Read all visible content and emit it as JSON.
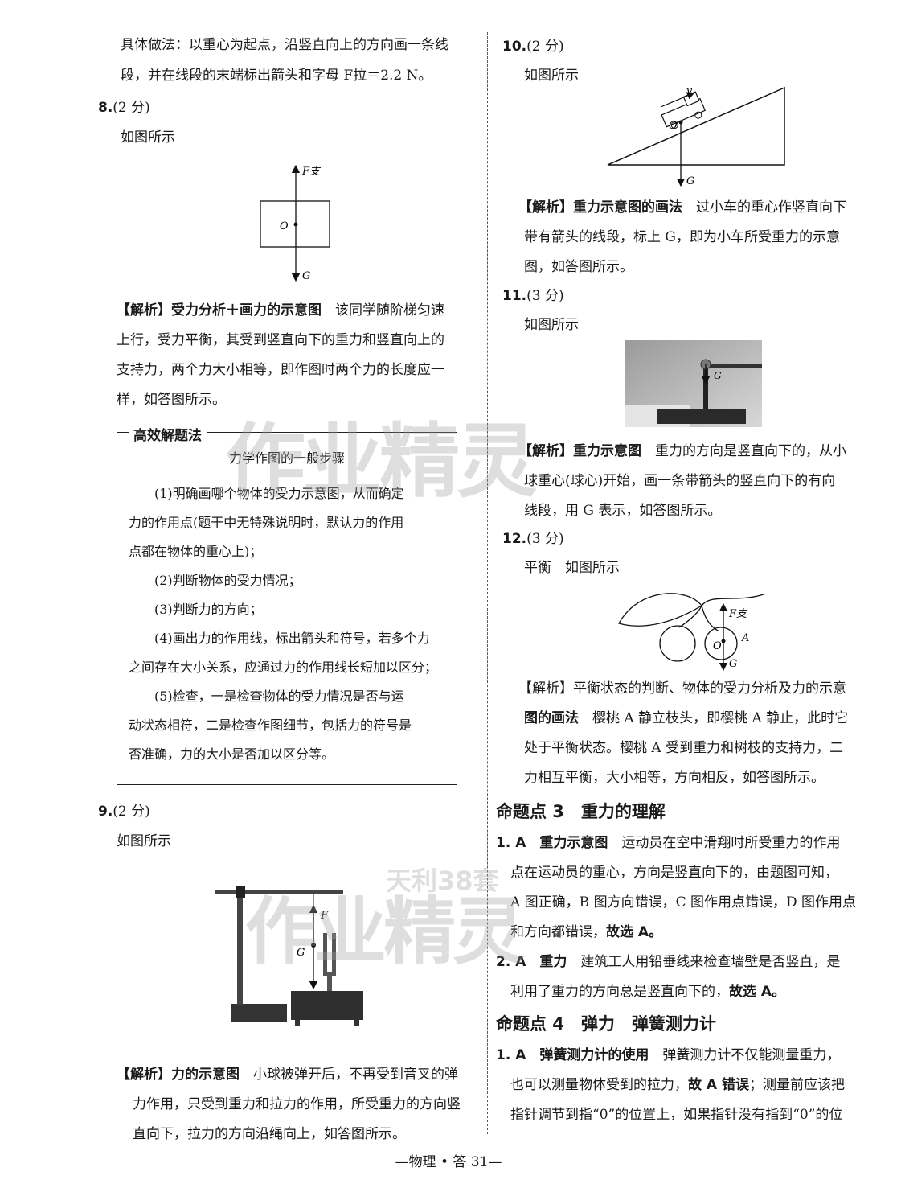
{
  "left": {
    "intro_line1": "具体做法：以重心为起点，沿竖直向上的方向画一条线",
    "intro_line2": "段，并在线段的末端标出箭头和字母 F拉＝2.2 N。",
    "q8_num": "8.",
    "q8_score": "(2 分)",
    "q8_answer": "如图所示",
    "q8_fig": {
      "f_label": "F支",
      "o_label": "O",
      "g_label": "G"
    },
    "q8_tag": "【解析】受力分析＋画力的示意图",
    "q8_text1": "该同学随阶梯匀速",
    "q8_text2": "上行，受力平衡，其受到竖直向下的重力和竖直向上的",
    "q8_text3": "支持力，两个力大小相等，即作图时两个力的长度应一",
    "q8_text4": "样，如答图所示。",
    "tip_head": "高效解题法",
    "tip_title": "力学作图的一般步骤",
    "tip_lines": [
      "(1)明确画哪个物体的受力示意图，从而确定",
      "力的作用点(题干中无特殊说明时，默认力的作用",
      "点都在物体的重心上)；",
      "(2)判断物体的受力情况；",
      "(3)判断力的方向；",
      "(4)画出力的作用线，标出箭头和符号，若多个力",
      "之间存在大小关系，应通过力的作用线长短加以区分；",
      "(5)检查，一是检查物体的受力情况是否与运",
      "动状态相符，二是检查作图细节，包括力的符号是",
      "否准确，力的大小是否加以区分等。"
    ],
    "q9_num": "9.",
    "q9_score": "(2 分)",
    "q9_answer": "如图所示",
    "q9_fig": {
      "f_label": "F",
      "g_label": "G"
    },
    "q9_tag": "【解析】力的示意图",
    "q9_text1": "小球被弹开后，不再受到音叉的弹",
    "q9_text2": "力作用，只受到重力和拉力的作用，所受重力的方向竖",
    "q9_text3": "直向下，拉力的方向沿绳向上，如答图所示。"
  },
  "right": {
    "q10_num": "10.",
    "q10_score": "(2 分)",
    "q10_answer": "如图所示",
    "q10_fig": {
      "v_label": "v",
      "o_label": "O",
      "g_label": "G"
    },
    "q10_tag": "【解析】重力示意图的画法",
    "q10_text1": "过小车的重心作竖直向下",
    "q10_text2": "带有箭头的线段，标上 G，即为小车所受重力的示意",
    "q10_text3": "图，如答图所示。",
    "q11_num": "11.",
    "q11_score": "(3 分)",
    "q11_answer": "如图所示",
    "q11_fig": {
      "g_label": "G"
    },
    "q11_tag": "【解析】重力示意图",
    "q11_text1": "重力的方向是竖直向下的，从小",
    "q11_text2": "球重心(球心)开始，画一条带箭头的竖直向下的有向",
    "q11_text3": "线段，用 G 表示，如答图所示。",
    "q12_num": "12.",
    "q12_score": "(3 分)",
    "q12_answer": "平衡　如图所示",
    "q12_fig": {
      "f_label": "F支",
      "o_label": "O",
      "a_label": "A",
      "g_label": "G"
    },
    "q12_tag": "【解析】平衡状态的判断、物体的受力分析及力的示意",
    "q12_tag2": "图的画法",
    "q12_text1": "樱桃 A 静立枝头，即樱桃 A 静止，此时它",
    "q12_text2": "处于平衡状态。樱桃 A 受到重力和树枝的支持力，二",
    "q12_text3": "力相互平衡，大小相等，方向相反，如答图所示。",
    "sec3": "命题点 3　重力的理解",
    "s3_q1_num": "1. A",
    "s3_q1_tag": "重力示意图",
    "s3_q1_text1": "运动员在空中滑翔时所受重力的作用",
    "s3_q1_text2": "点在运动员的重心，方向是竖直向下的，由题图可知，",
    "s3_q1_text3": "A 图正确，B 图方向错误，C 图作用点错误，D 图作用点",
    "s3_q1_text4": "和方向都错误，",
    "s3_q1_end": "故选 A。",
    "s3_q2_num": "2. A",
    "s3_q2_tag": "重力",
    "s3_q2_text1": "建筑工人用铅垂线来检查墙壁是否竖直，是",
    "s3_q2_text2": "利用了重力的方向总是竖直向下的，",
    "s3_q2_end": "故选 A。",
    "sec4": "命题点 4　弹力　弹簧测力计",
    "s4_q1_num": "1. A",
    "s4_q1_tag": "弹簧测力计的使用",
    "s4_q1_text1": "弹簧测力计不仅能测量重力，",
    "s4_q1_text2a": "也可以测量物体受到的拉力，",
    "s4_q1_text2b": "故 A 错误",
    "s4_q1_text2c": "；测量前应该把",
    "s4_q1_text3": "指针调节到指“0”的位置上，如果指针没有指到“0”的位"
  },
  "footer": "—物理 • 答 31—",
  "watermark": {
    "text1": "作业精灵",
    "text2": "作业精灵",
    "text3": "天利38套"
  }
}
